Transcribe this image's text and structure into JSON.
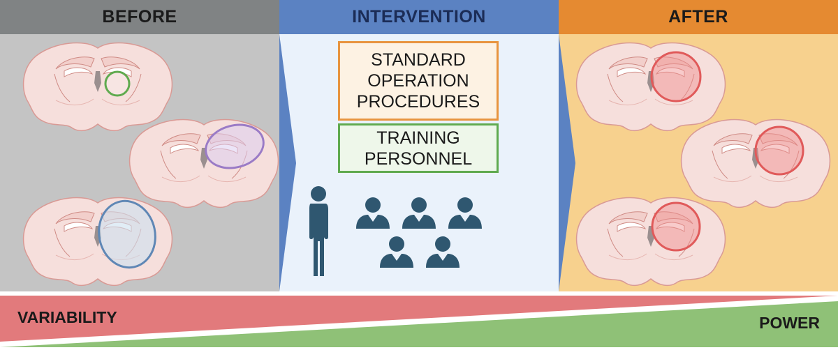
{
  "panels": {
    "before": {
      "title": "BEFORE"
    },
    "intervention": {
      "title": "INTERVENTION",
      "sop_box": {
        "line1": "STANDARD",
        "line2": "OPERATION",
        "line3": "PROCEDURES"
      },
      "training_box": {
        "line1": "TRAINING",
        "line2": "PERSONNEL"
      }
    },
    "after": {
      "title": "AFTER"
    }
  },
  "bottom_bar": {
    "left_label": "VARIABILITY",
    "right_label": "POWER"
  },
  "colors": {
    "before_header": "#808384",
    "before_body": "#c4c4c4",
    "intervention_header": "#5b82c2",
    "intervention_body": "#eaf2fb",
    "after_header": "#e58a31",
    "after_body": "#f7d18e",
    "variability": "#e27a7c",
    "power": "#8fc177",
    "person_icon": "#2f5770",
    "green_circle": "#5faa4f",
    "purple_circle": "#9a7bc6",
    "blue_circle": "#5f87b5",
    "red_circle": "#e05a5a"
  },
  "icons": [
    "brain-slice-icon",
    "standing-person-icon",
    "seated-person-icon",
    "chevron-right-icon"
  ]
}
